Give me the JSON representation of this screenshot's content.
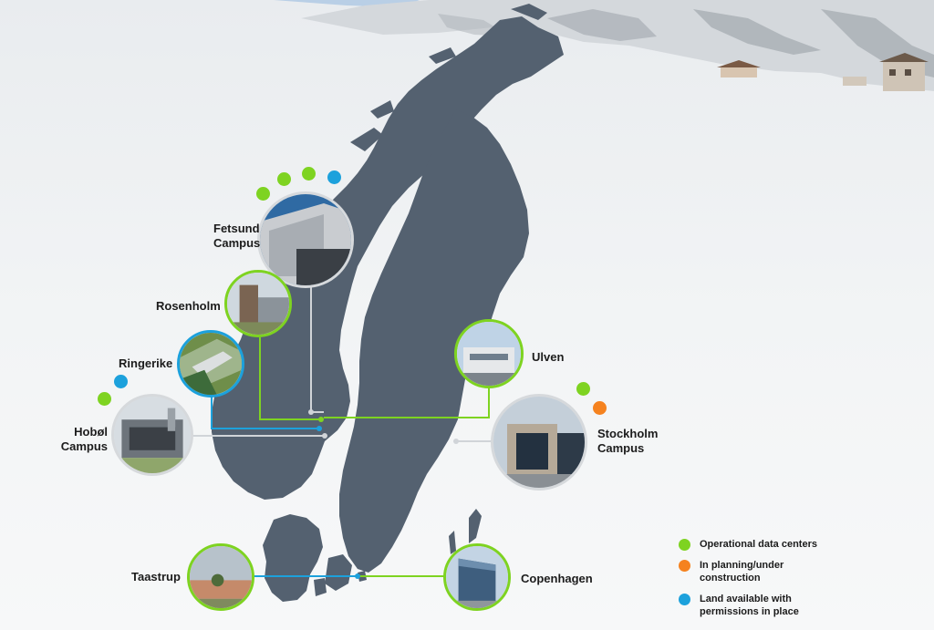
{
  "sites": {
    "fetsund": "Fetsund\nCampus",
    "rosenholm": "Rosenholm",
    "ringerike": "Ringerike",
    "hobol": "Hobøl\nCampus",
    "ulven": "Ulven",
    "stockholm": "Stockholm\nCampus",
    "taastrup": "Taastrup",
    "copenhagen": "Copenhagen"
  },
  "legend": {
    "operational": "Operational data centers",
    "planning": "In planning/under construction",
    "land": "Land available with permissions in place"
  },
  "colors": {
    "operational": "#7ed321",
    "planning": "#f5821f",
    "land": "#1ca1dc",
    "land_mass": "#546170"
  }
}
